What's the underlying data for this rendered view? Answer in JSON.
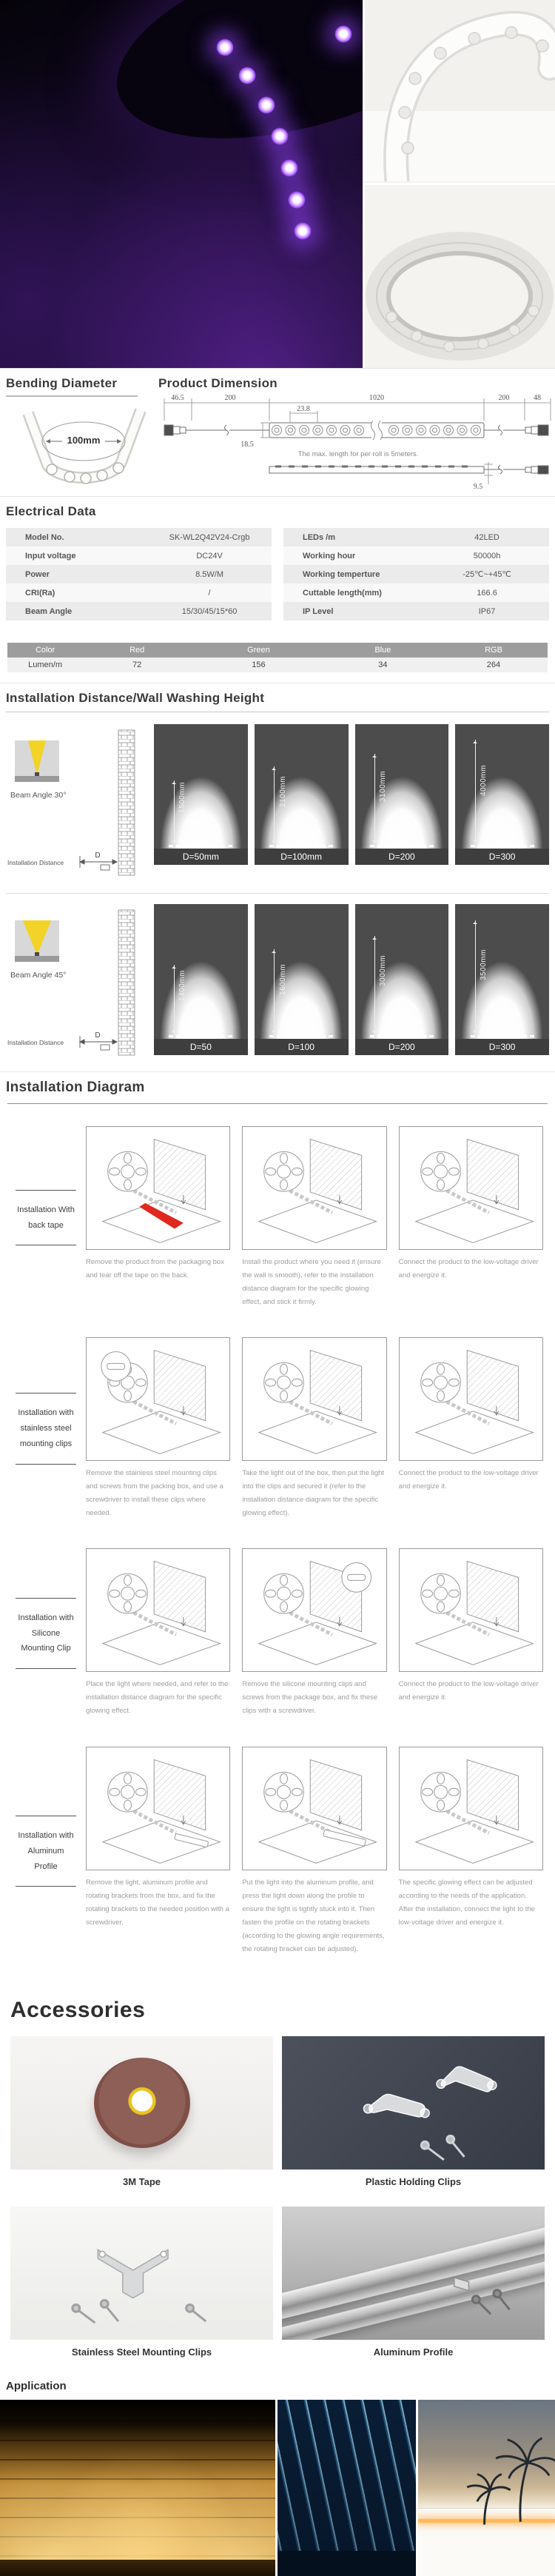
{
  "titles": {
    "bending": "Bending Diameter",
    "dimension": "Product Dimension",
    "electrical": "Electrical Data",
    "distance": "Installation Distance/Wall Washing Height",
    "diagram": "Installation Diagram",
    "accessories": "Accessories",
    "application": "Application"
  },
  "bending": {
    "diameter_label": "100mm"
  },
  "dimension": {
    "connector_left": "46.5",
    "cable_left": "200",
    "pitch": "23.8",
    "strip_length": "1020",
    "cable_right": "200",
    "connector_right": "48",
    "strip_width": "18.5",
    "side_height": "9.5",
    "note": "The max. length for per roll is 5meters."
  },
  "electrical": {
    "rows_left": [
      {
        "label": "Model No.",
        "value": "SK-WL2Q42V24-Crgb"
      },
      {
        "label": "Input voltage",
        "value": "DC24V"
      },
      {
        "label": "Power",
        "value": "8.5W/M"
      },
      {
        "label": "CRI(Ra)",
        "value": "/"
      },
      {
        "label": "Beam Angle",
        "value": "15/30/45/15*60"
      }
    ],
    "rows_right": [
      {
        "label": "LEDs /m",
        "value": "42LED"
      },
      {
        "label": "Working hour",
        "value": "50000h"
      },
      {
        "label": "Working temperture",
        "value": "-25℃~+45℃"
      },
      {
        "label": "Cuttable length(mm)",
        "value": "166.6"
      },
      {
        "label": "IP Level",
        "value": "IP67"
      }
    ]
  },
  "lumen_table": {
    "headers": [
      "Color",
      "Red",
      "Green",
      "Blue",
      "RGB"
    ],
    "row": [
      "Lumen/m",
      "72",
      "156",
      "34",
      "264"
    ]
  },
  "beam": {
    "rows": [
      {
        "angle_label": "Beam Angle 30°",
        "distance_label": "Installation Distance",
        "d_label": "D",
        "photos": [
          {
            "height": "1500mm",
            "d": "D=50mm"
          },
          {
            "height": "2100mm",
            "d": "D=100mm"
          },
          {
            "height": "3100mm",
            "d": "D=200"
          },
          {
            "height": "4000mm",
            "d": "D=300"
          }
        ]
      },
      {
        "angle_label": "Beam Angle 45°",
        "distance_label": "Installation Distance",
        "d_label": "D",
        "photos": [
          {
            "height": "1400mm",
            "d": "D=50"
          },
          {
            "height": "1600mm",
            "d": "D=100"
          },
          {
            "height": "3000mm",
            "d": "D=200"
          },
          {
            "height": "3500mm",
            "d": "D=300"
          }
        ]
      }
    ]
  },
  "diagram": {
    "rows": [
      {
        "label": "Installation With back tape",
        "steps": [
          "Remove the product from the packaging box and tear off the tape on the back.",
          "Install the product where you need it (ensure the wall is smooth), refer to the installation distance diagram for the specific glowing effect, and stick it firmly.",
          "Connect the product to the low-voltage driver and energize it."
        ]
      },
      {
        "label": "Installation with stainless steel mounting clips",
        "steps": [
          "Remove the stainless steel mounting clips and screws from the packing box, and use a screwdriver to install these clips where needed.",
          "Take the light out of the box, then put the light into the clips and secured it (refer to the installation distance diagram for the specific glowing effect).",
          "Connect the product to the low-voltage driver and energize it."
        ]
      },
      {
        "label": "Installation with Silicone Mounting Clip",
        "steps": [
          "Place the light where needed, and refer to the installation distance diagram for the specific glowing effect.",
          "Remove the silicone mounting clips and screws from the package box, and fix these clips with a screwdriver.",
          "Connect the product to the low-voltage driver and energize it."
        ]
      },
      {
        "label": "Installation with Aluminum Profile",
        "steps": [
          "Remove the light, aluminum profile and rotating brackets from the box, and fix the rotating brackets to the needed position with a screwdriver.",
          "Put the light into the aluminum profile, and press the light down along the profile to ensure the light is tightly stuck into it. Then fasten the profile on the rotating brackets (according to the glowing angle requirements, the rotating bracket can be adjusted).",
          "The specific glowing effect can be adjusted according to the needs of the application. After the installation, connect the light to the low-voltage driver and energize it."
        ]
      }
    ]
  },
  "accessories": {
    "items": [
      "3M Tape",
      "Plastic Holding Clips",
      "Stainless Steel Mounting Clips",
      "Aluminum Profile"
    ]
  },
  "colors": {
    "accent_yellow": "#f2d327",
    "table_header_gray": "#9d9d9d",
    "caption_gray": "#9e9e9e"
  }
}
